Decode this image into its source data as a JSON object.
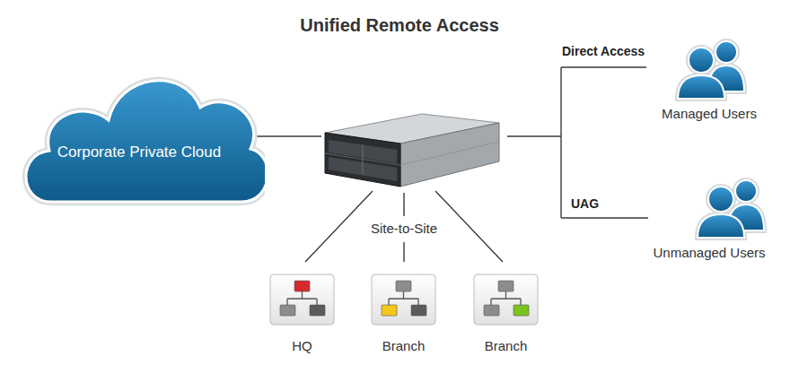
{
  "diagram": {
    "title": "Unified Remote Access",
    "nodes": [
      {
        "text": [
          "Corporate Private Cloud"
        ]
      },
      {
        "text": [
          "Managed Users"
        ]
      },
      {
        "text": [
          "Unmanaged Users"
        ]
      },
      {
        "text": [
          "HQ"
        ]
      },
      {
        "text": [
          "Branch"
        ]
      },
      {
        "text": [
          "Branch"
        ]
      }
    ],
    "labels": [
      "Direct Access",
      "UAG",
      "Site-to-Site"
    ]
  }
}
